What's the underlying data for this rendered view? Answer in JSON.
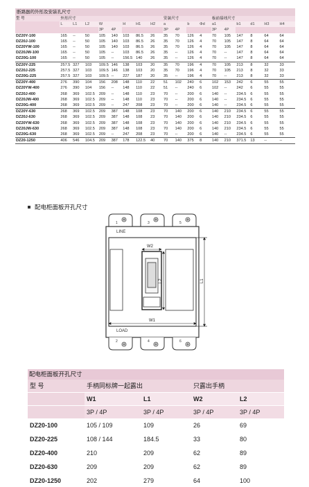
{
  "table1": {
    "title": "断路器的外形及安装孔尺寸",
    "header_row1": [
      "型 号",
      "外形尺寸",
      "",
      "",
      "",
      "",
      "",
      "",
      "",
      "安装尺寸",
      "",
      "",
      "",
      "",
      "板前接线尺寸",
      "",
      "",
      "",
      "",
      "",
      ""
    ],
    "header_row2": [
      "",
      "L",
      "L1",
      "L2",
      "W",
      "",
      "H",
      "H1",
      "H2",
      "a",
      "",
      "b",
      "Φd",
      "a1",
      "",
      "b1",
      "d1",
      "H3",
      "H4"
    ],
    "header_row3": [
      "",
      "",
      "",
      "",
      "3P",
      "4P",
      "",
      "",
      "",
      "3P",
      "4P",
      "",
      "",
      "3P",
      "4P",
      "",
      "",
      "",
      ""
    ],
    "rows": [
      [
        "DZ20Y-100",
        "165",
        "--",
        "50",
        "105",
        "140",
        "103",
        "86.5",
        "26",
        "35",
        "70",
        "126",
        "4",
        "70",
        "105",
        "147",
        "8",
        "64",
        "64"
      ],
      [
        "DZ20J-100",
        "165",
        "--",
        "50",
        "105",
        "140",
        "103",
        "86.5",
        "26",
        "35",
        "70",
        "126",
        "4",
        "70",
        "105",
        "147",
        "8",
        "64",
        "64"
      ],
      [
        "DZ20YW-100",
        "165",
        "--",
        "50",
        "105",
        "140",
        "103",
        "86.5",
        "26",
        "35",
        "70",
        "126",
        "4",
        "70",
        "105",
        "147",
        "8",
        "64",
        "64"
      ],
      [
        "DZ20JW-100",
        "165",
        "--",
        "50",
        "105",
        "--",
        "103",
        "86.5",
        "26",
        "35",
        "--",
        "126",
        "4",
        "70",
        "--",
        "147",
        "8",
        "64",
        "64"
      ],
      [
        "DZ20G-100",
        "165",
        "--",
        "50",
        "105",
        "--",
        "156.5",
        "140",
        "26",
        "35",
        "--",
        "126",
        "4",
        "70",
        "--",
        "147",
        "8",
        "64",
        "64"
      ],
      [
        "DZ20Y-225",
        "257.5",
        "327",
        "103",
        "109.5",
        "146",
        "138",
        "103",
        "20",
        "35",
        "70",
        "196",
        "4",
        "70",
        "105",
        "213",
        "8",
        "32",
        "33"
      ],
      [
        "DZ20J-225",
        "257.5",
        "327",
        "103",
        "109.5",
        "146",
        "138",
        "103",
        "20",
        "35",
        "70",
        "196",
        "4",
        "70",
        "105",
        "213",
        "8",
        "32",
        "33"
      ],
      [
        "DZ20G-225",
        "257.5",
        "327",
        "103",
        "109.5",
        "--",
        "227",
        "187",
        "20",
        "35",
        "--",
        "196",
        "4",
        "70",
        "--",
        "213",
        "8",
        "32",
        "33"
      ],
      [
        "DZ20Y-400",
        "276",
        "390",
        "104",
        "156",
        "208",
        "148",
        "110",
        "22",
        "51",
        "102",
        "240",
        "6",
        "102",
        "153",
        "242",
        "6",
        "55",
        "55"
      ],
      [
        "DZ20YW-400",
        "276",
        "390",
        "104",
        "156",
        "--",
        "148",
        "110",
        "22",
        "51",
        "--",
        "240",
        "6",
        "102",
        "--",
        "242",
        "6",
        "55",
        "55"
      ],
      [
        "DZ20J-400",
        "268",
        "369",
        "102.5",
        "209",
        "--",
        "148",
        "110",
        "23",
        "70",
        "--",
        "200",
        "6",
        "140",
        "--",
        "234.5",
        "6",
        "55",
        "55"
      ],
      [
        "DZ20JW-400",
        "268",
        "369",
        "102.5",
        "209",
        "--",
        "148",
        "110",
        "23",
        "70",
        "--",
        "200",
        "6",
        "140",
        "--",
        "234.5",
        "6",
        "55",
        "55"
      ],
      [
        "DZ20G-400",
        "268",
        "369",
        "102.5",
        "209",
        "--",
        "247",
        "208",
        "23",
        "70",
        "--",
        "200",
        "6",
        "140",
        "--",
        "234.5",
        "6",
        "55",
        "55"
      ],
      [
        "DZ20Y-630",
        "268",
        "369",
        "102.5",
        "209",
        "387",
        "148",
        "108",
        "23",
        "70",
        "140",
        "200",
        "6",
        "140",
        "210",
        "234.5",
        "6",
        "55",
        "55"
      ],
      [
        "DZ20J-630",
        "268",
        "369",
        "102.5",
        "209",
        "387",
        "148",
        "108",
        "23",
        "70",
        "140",
        "200",
        "6",
        "140",
        "210",
        "234.5",
        "6",
        "55",
        "55"
      ],
      [
        "DZ20YW-630",
        "268",
        "369",
        "102.5",
        "209",
        "387",
        "148",
        "108",
        "23",
        "70",
        "140",
        "200",
        "6",
        "140",
        "210",
        "234.5",
        "6",
        "55",
        "55"
      ],
      [
        "DZ20JW-630",
        "268",
        "369",
        "102.5",
        "209",
        "387",
        "148",
        "108",
        "23",
        "70",
        "140",
        "200",
        "6",
        "140",
        "210",
        "234.5",
        "6",
        "55",
        "55"
      ],
      [
        "DZ20G-630",
        "268",
        "369",
        "102.5",
        "209",
        "--",
        "247",
        "208",
        "23",
        "70",
        "--",
        "200",
        "6",
        "140",
        "--",
        "234.5",
        "6",
        "55",
        "55"
      ],
      [
        "DZ20-1250",
        "406",
        "546",
        "104.5",
        "209",
        "387",
        "178",
        "122.5",
        "40",
        "70",
        "140",
        "375",
        "8",
        "140",
        "210",
        "371.5",
        "13",
        "--",
        "--"
      ]
    ]
  },
  "section": {
    "heading": "配电柜面板开孔尺寸"
  },
  "drawing": {
    "label_line": "LINE",
    "label_load": "LOAD",
    "dim_w1": "W1",
    "dim_w2": "W2",
    "dim_l1": "L1",
    "dim_l2": "L2",
    "terminal_numbers_top": [
      "1",
      "3",
      "5"
    ],
    "terminal_numbers_bottom": [
      "2",
      "4",
      "6"
    ]
  },
  "table2": {
    "title": "配电柜面板开孔尺寸",
    "col_model": "型 号",
    "group1": "手柄同标牌一起露出",
    "group2": "只露出手柄",
    "sub": [
      "W1",
      "L1",
      "W2",
      "L2"
    ],
    "units": [
      "3P / 4P",
      "3P / 4P",
      "3P / 4P",
      "3P / 4P"
    ],
    "rows": [
      [
        "DZ20-100",
        "105 / 109",
        "109",
        "26",
        "69"
      ],
      [
        "DZ20-225",
        "108 / 144",
        "184.5",
        "33",
        "80"
      ],
      [
        "DZ20-400",
        "210",
        "209",
        "62",
        "89"
      ],
      [
        "DZ20-630",
        "209",
        "209",
        "62",
        "89"
      ],
      [
        "DZ20-1250",
        "202",
        "279",
        "64",
        "100"
      ]
    ]
  }
}
